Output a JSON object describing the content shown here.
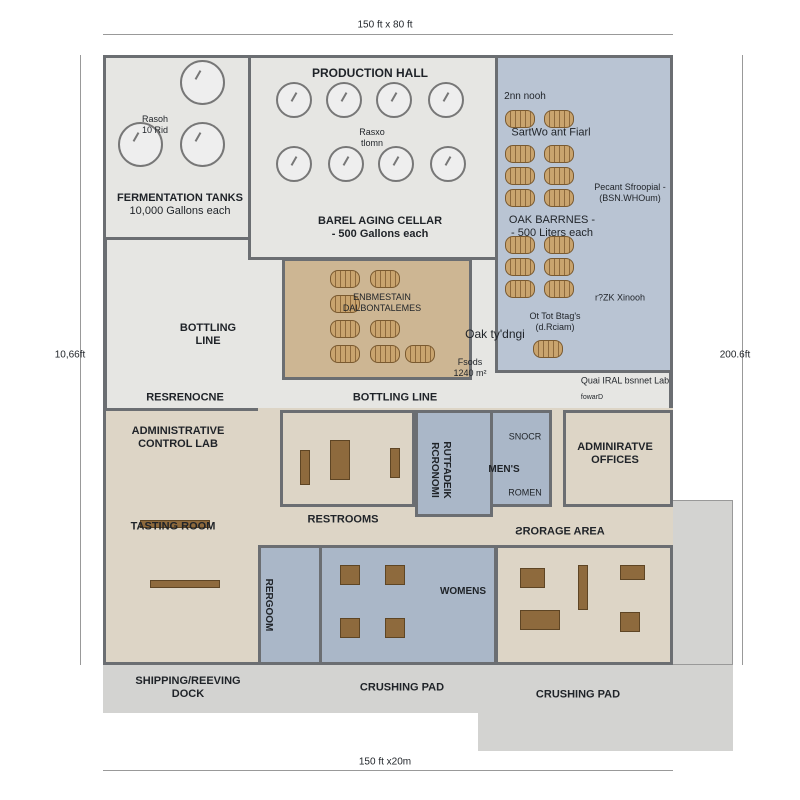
{
  "dimensions": {
    "top": "150 ft x 80 ft",
    "left": "10,66ft",
    "right": "200.6ft",
    "bottom": "150 ft x20m"
  },
  "rooms": {
    "production_hall": "PRODUCTION HALL",
    "tank_note_left": [
      "Rasoh",
      "10 Rid"
    ],
    "tank_note_center": [
      "Rasxo",
      "tlomn"
    ],
    "fermentation": [
      "FERMENTATION TANKS",
      "10,000 Gallons each"
    ],
    "barrel_cellar": [
      "BAREL AGING CELLAR",
      "- 500 Gallons each"
    ],
    "oak_room": [
      "ENBMESTAIN",
      "DALBONTALEMES"
    ],
    "oak_arrow": "Oak ty'dngi",
    "oak_area": [
      "Fsods",
      "1240 m²"
    ],
    "bottling_left": [
      "BOTTLING",
      "LINE"
    ],
    "right_top_note": "2nn nooh",
    "right_sub": "SartWo ant Fiarl",
    "oak_barrels": [
      "OAK BARRNES -",
      "- 500 Liters each"
    ],
    "pecant": [
      "Pecant Sfroopial -",
      "(BSN.WHOum)"
    ],
    "kiln_note": "r?ZK Xinooh",
    "tot_bags": [
      "Ot Tot Btag's",
      "(d.Rciam)"
    ],
    "qual_lab": "Quai IRAL bsnnet Lab",
    "forward": "fowarD",
    "resrenocne": "RESRENOCNE",
    "bottling_corridor": "BOTTLING LINE",
    "admin_lab": [
      "ADMINISTRATIVE",
      "CONTROL LAB"
    ],
    "tasting": "TASTING ROOM",
    "restrooms": "RESTROOMS",
    "rutfadeik": [
      "RUTFADEIK",
      "RCRONOMI"
    ],
    "mens": "MEN'S",
    "snocr": "SNOCR",
    "romen": "ROMEN",
    "admin_offices": [
      "ADMINIRATVE",
      "OFFICES"
    ],
    "storage": "ƧRORAGE AREA",
    "rerroom": "RERGOOM",
    "womens": "WOMENS",
    "shipping": [
      "SHIPPING/REEVING",
      "DOCK"
    ],
    "crushing_1": "CRUSHING PAD",
    "crushing_2": "CRUSHING PAD"
  },
  "colors": {
    "wall": "#6b6e72",
    "production_floor": "#e6e6e3",
    "wet_area": "#aab7c8",
    "office_floor": "#ddd5c6",
    "oak_room_floor": "#cdb693",
    "barrel": "#c9a46e",
    "pad": "#d3d3d1"
  }
}
